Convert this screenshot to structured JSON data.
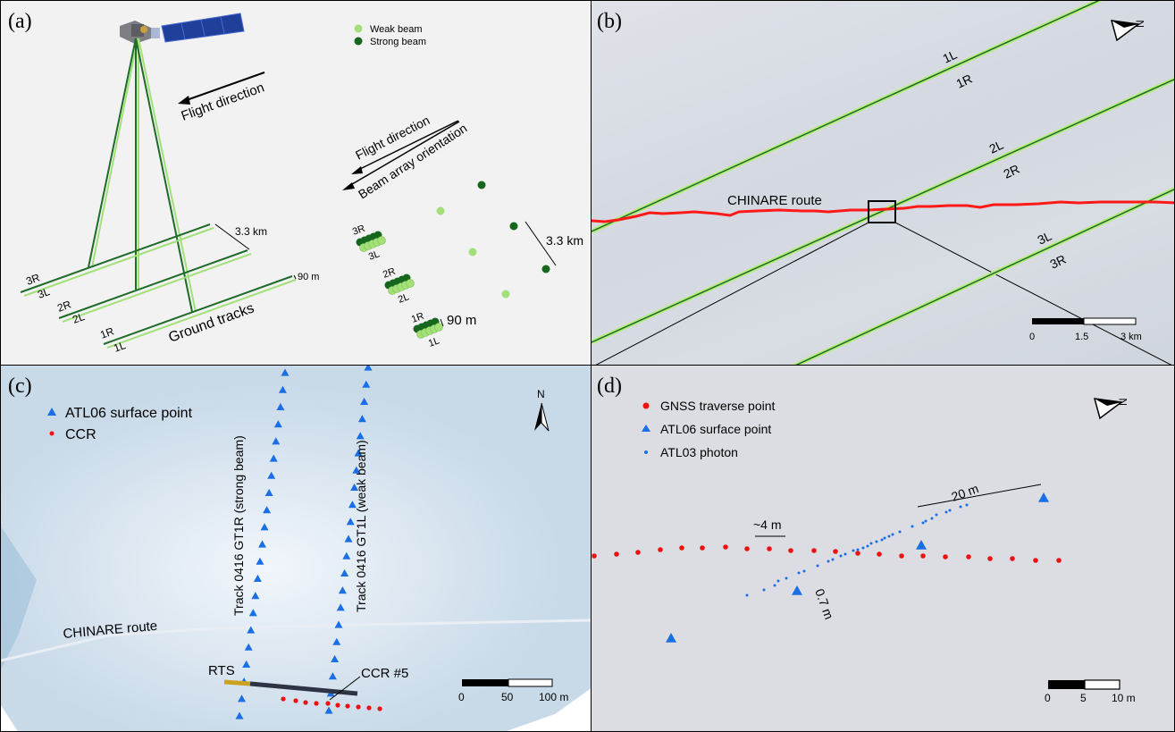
{
  "panels": {
    "a": {
      "label": "(a)",
      "legend": [
        {
          "name": "Weak beam",
          "color": "#a3e07a"
        },
        {
          "name": "Strong beam",
          "color": "#17661f"
        }
      ],
      "flight_direction_top": "Flight direction",
      "flight_direction_array": "Flight direction",
      "beam_array_orientation": "Beam array orientation",
      "ground_tracks": "Ground tracks",
      "spacing_tracks": "3.3 km",
      "spacing_pair": "90 m",
      "spacing_tracks_array": "3.3 km",
      "spacing_pair_array": "90 m",
      "track_labels": [
        "3R",
        "3L",
        "2R",
        "2L",
        "1R",
        "1L"
      ],
      "array_labels": [
        "3R",
        "3L",
        "2R",
        "2L",
        "1R",
        "1L"
      ]
    },
    "b": {
      "label": "(b)",
      "route_label": "CHINARE route",
      "track_labels": [
        "1L",
        "1R",
        "2L",
        "2R",
        "3L",
        "3R"
      ],
      "north_label": "N",
      "scale_ticks": [
        "0",
        "1.5",
        "3 km"
      ],
      "colors": {
        "route": "#ff1a1a",
        "strong": "#1e6b2a",
        "weak": "#b7ec7c"
      }
    },
    "c": {
      "label": "(c)",
      "legend": [
        {
          "name": "ATL06 surface point",
          "color": "#1a6fe6"
        },
        {
          "name": "CCR",
          "color": "#ee1111"
        }
      ],
      "track_strong": "Track 0416 GT1R (strong beam)",
      "track_weak": "Track 0416 GT1L (weak beam)",
      "route_label": "CHINARE route",
      "rts_label": "RTS",
      "ccr_label": "CCR #5",
      "north_label": "N",
      "scale_ticks": [
        "0",
        "50",
        "100 m"
      ]
    },
    "d": {
      "label": "(d)",
      "legend": [
        {
          "name": "GNSS traverse point",
          "color": "#ee1111"
        },
        {
          "name": "ATL06 surface point",
          "color": "#1a6fe6"
        },
        {
          "name": "ATL03 photon",
          "color": "#1a6fe6"
        }
      ],
      "spacing_gnss": "~4 m",
      "spacing_atl06": "20 m",
      "spacing_photon": "0.7 m",
      "north_label": "N",
      "scale_ticks": [
        "0",
        "5",
        "10 m"
      ]
    }
  }
}
